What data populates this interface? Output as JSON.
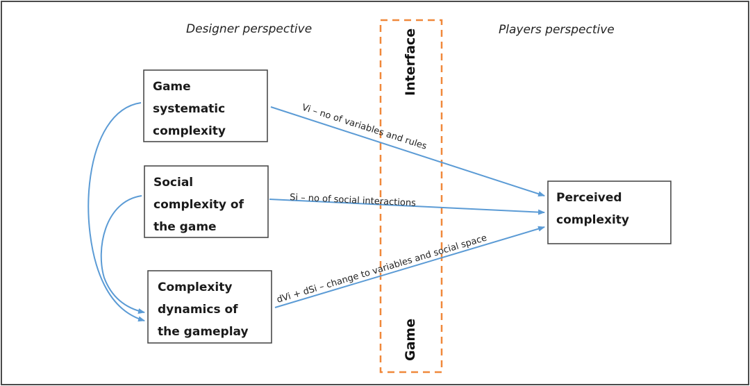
{
  "perspectives": {
    "designer": "Designer perspective",
    "players": "Players perspective"
  },
  "interface_column": {
    "top_label": "Interface",
    "bottom_label": "Game",
    "border_color": "#f0883a"
  },
  "nodes": {
    "systematic": [
      "Game",
      "systematic",
      "complexity"
    ],
    "social": [
      "Social",
      "complexity of",
      "the game"
    ],
    "dynamics": [
      "Complexity",
      "dynamics of",
      "the gameplay"
    ],
    "perceived": [
      "Perceived",
      "complexity"
    ]
  },
  "edges": {
    "vi": "Vi – no of variables and rules",
    "si": "Si – no of social interactions",
    "dvi": "dVi + dSi  – change to variables and social space"
  },
  "colors": {
    "arrow": "#5b9bd5",
    "box_border": "#4a4a4a"
  }
}
